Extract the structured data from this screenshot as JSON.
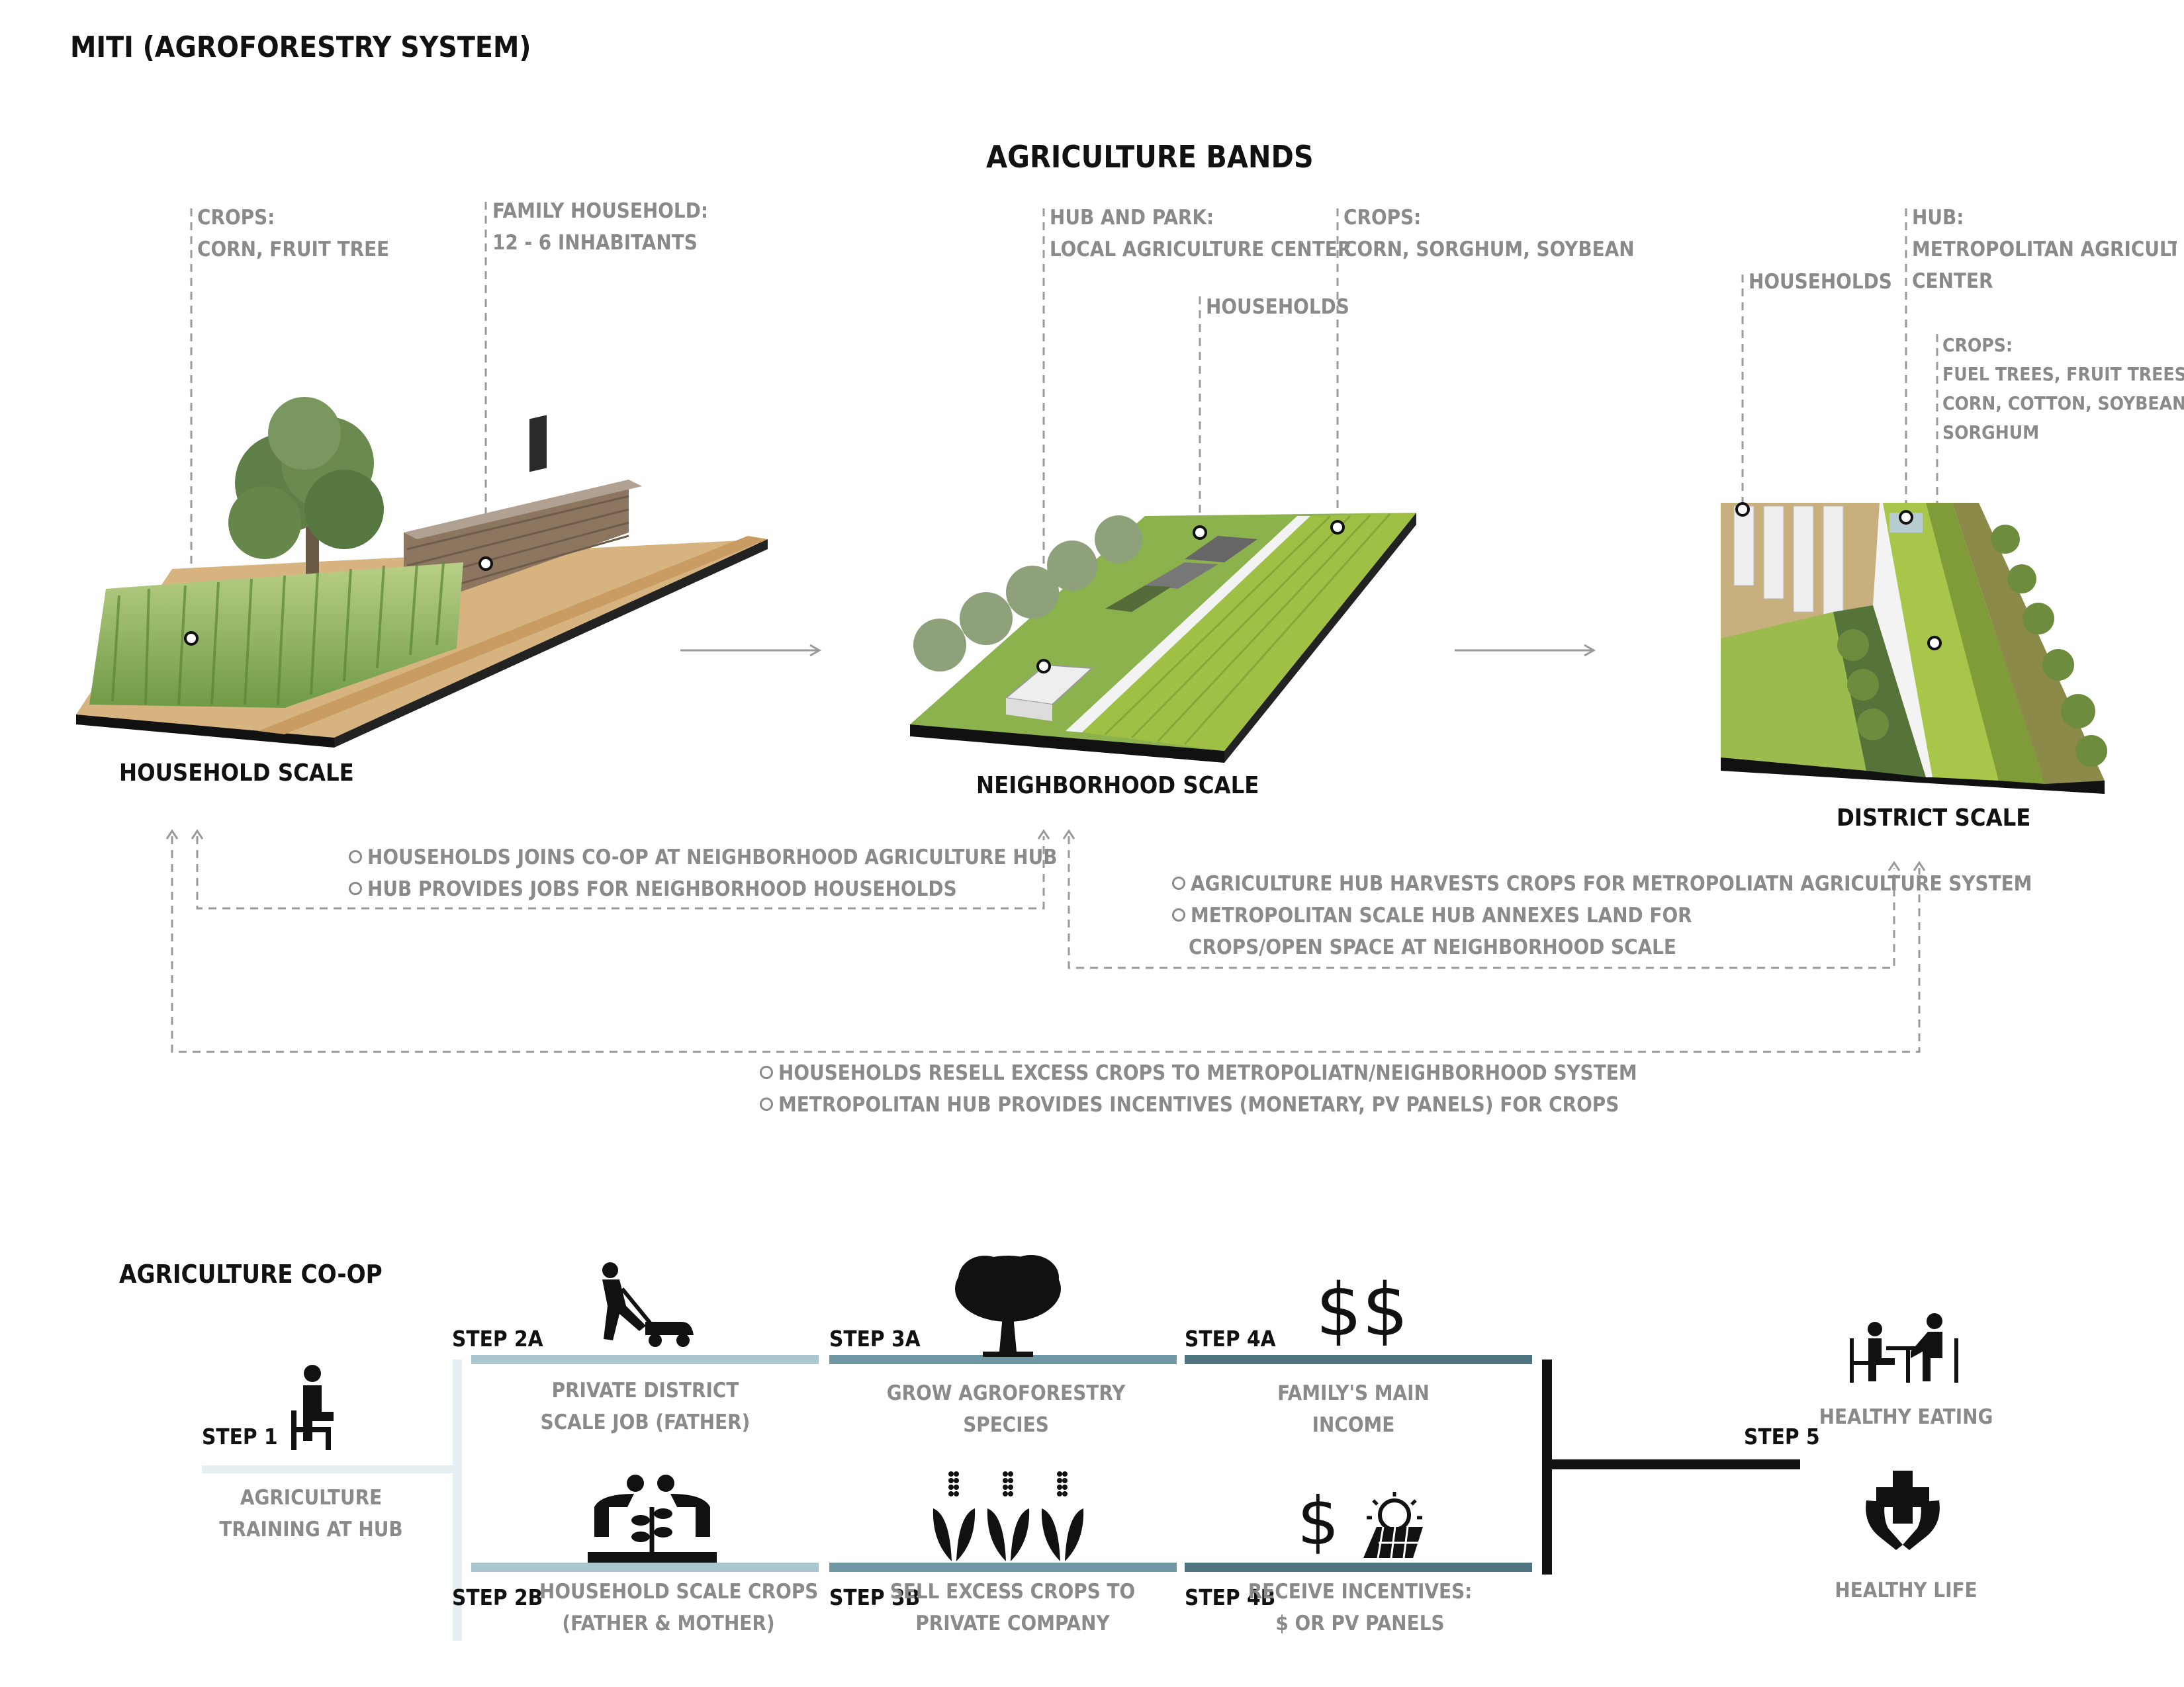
{
  "page_title": "MITI (AGROFORESTRY SYSTEM)",
  "bands_title": "AGRICULTURE BANDS",
  "household": {
    "crops_label": "CROPS:",
    "crops_value": "CORN, FRUIT TREE",
    "family_label": "FAMILY HOUSEHOLD:",
    "family_value": "12 - 6 INHABITANTS",
    "scale": "HOUSEHOLD SCALE"
  },
  "neighborhood": {
    "hub_label": "HUB AND PARK:",
    "hub_value": "LOCAL AGRICULTURE CENTER",
    "households": "HOUSEHOLDS",
    "crops_label": "CROPS:",
    "crops_value": "CORN, SORGHUM, SOYBEAN",
    "scale": "NEIGHBORHOOD SCALE"
  },
  "district": {
    "households": "HOUSEHOLDS",
    "hub_label": "HUB:",
    "hub_value_1": "METROPOLITAN AGRICULTURE",
    "hub_value_2": "CENTER",
    "crops_label": "CROPS:",
    "crops_1": "FUEL TREES, FRUIT TREES",
    "crops_2": "CORN, COTTON, SOYBEAN,",
    "crops_3": "SORGHUM",
    "scale": "DISTRICT SCALE"
  },
  "flow_notes": {
    "a1": "HOUSEHOLDS JOINS CO-OP AT NEIGHBORHOOD AGRICULTURE HUB",
    "a2": "HUB PROVIDES JOBS FOR NEIGHBORHOOD HOUSEHOLDS",
    "b1": "AGRICULTURE HUB HARVESTS CROPS FOR METROPOLIATN AGRICULTURE SYSTEM",
    "b2": "METROPOLITAN SCALE HUB ANNEXES LAND FOR",
    "b3": "CROPS/OPEN SPACE AT NEIGHBORHOOD SCALE",
    "c1": "HOUSEHOLDS RESELL EXCESS CROPS TO METROPOLIATN/NEIGHBORHOOD SYSTEM",
    "c2": "METROPOLITAN HUB PROVIDES INCENTIVES (MONETARY, PV PANELS) FOR CROPS"
  },
  "coop": {
    "title": "AGRICULTURE CO-OP",
    "step1": {
      "label": "STEP 1",
      "line1": "AGRICULTURE",
      "line2": "TRAINING AT HUB"
    },
    "step2a": {
      "label": "STEP 2A",
      "line1": "PRIVATE DISTRICT",
      "line2": "SCALE JOB (FATHER)"
    },
    "step2b": {
      "label": "STEP 2B",
      "line1": "HOUSEHOLD SCALE CROPS",
      "line2": "(FATHER & MOTHER)"
    },
    "step3a": {
      "label": "STEP 3A",
      "line1": "GROW AGROFORESTRY",
      "line2": "SPECIES"
    },
    "step3b": {
      "label": "STEP 3B",
      "line1": "SELL EXCESS CROPS TO",
      "line2": "PRIVATE COMPANY"
    },
    "step4a": {
      "label": "STEP 4A",
      "line1": "FAMILY'S MAIN",
      "line2": "INCOME",
      "icon_text": "$$"
    },
    "step4b": {
      "label": "STEP 4B",
      "line1": "RECEIVE INCENTIVES:",
      "line2": "$ OR PV PANELS",
      "icon_text": "$"
    },
    "step5": {
      "label": "STEP 5",
      "eating": "HEALTHY EATING",
      "life": "HEALTHY LIFE"
    }
  },
  "colors": {
    "bar_2": "#a9c6cf",
    "bar_3": "#6f97a4",
    "bar_4": "#4e7480",
    "step1_bar": "#e6eff2",
    "label_gray": "#8a8a8a"
  },
  "icons": [
    "person-sitting-icon",
    "lawn-mower-icon",
    "tree-icon",
    "dollar-icon",
    "people-planting-icon",
    "corn-icon",
    "solar-panel-icon",
    "dining-people-icon",
    "heart-hands-icon"
  ]
}
